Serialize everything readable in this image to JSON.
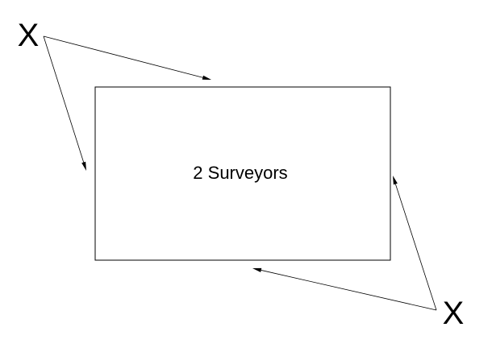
{
  "diagram": {
    "box_label": "2 Surveyors",
    "markers": [
      {
        "label": "X"
      },
      {
        "label": "X"
      }
    ],
    "colors": {
      "ink": "#000000",
      "background": "#ffffff"
    }
  }
}
